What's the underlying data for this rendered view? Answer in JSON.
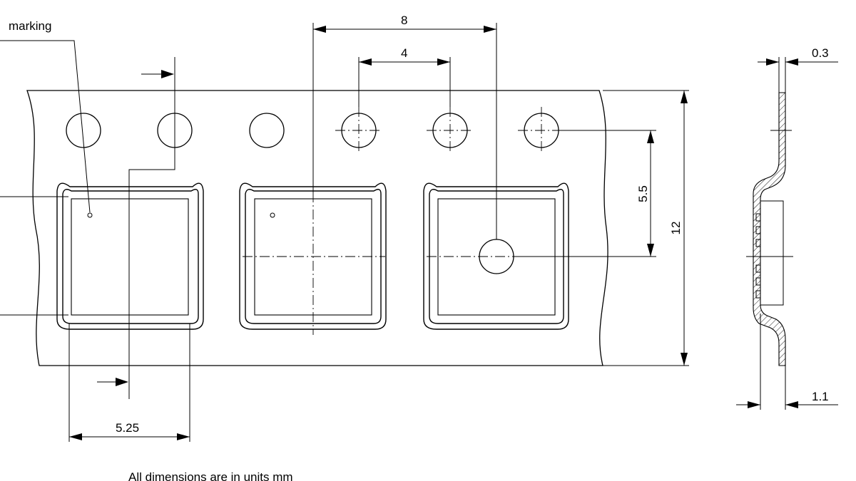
{
  "labels": {
    "marking": "marking",
    "pitch_sprocket": "8",
    "pitch_pocket": "4",
    "hole_to_center": "5.5",
    "tape_width": "12",
    "pocket_width": "5.25",
    "tape_thickness": "0.3",
    "pocket_depth": "1.1",
    "note": "All dimensions are in units mm"
  },
  "colors": {
    "line": "#000000",
    "background": "#ffffff"
  }
}
